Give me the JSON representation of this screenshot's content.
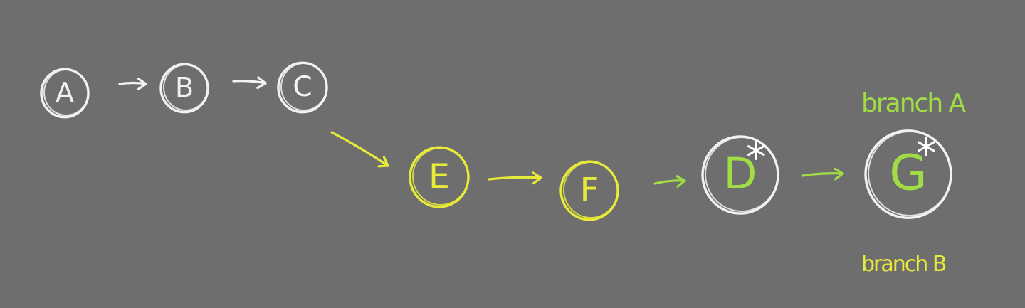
{
  "canvas": {
    "background": "#6e6e6e"
  },
  "colors": {
    "white": "#f2f2f2",
    "yellow": "#e8ea3a",
    "green": "#9fdc45"
  },
  "nodes": [
    {
      "id": "A",
      "label": "A",
      "star": false,
      "circle_color": "white",
      "text_color": "white"
    },
    {
      "id": "B",
      "label": "B",
      "star": false,
      "circle_color": "white",
      "text_color": "white"
    },
    {
      "id": "C",
      "label": "C",
      "star": false,
      "circle_color": "white",
      "text_color": "white"
    },
    {
      "id": "E",
      "label": "E",
      "star": false,
      "circle_color": "yellow",
      "text_color": "yellow"
    },
    {
      "id": "F",
      "label": "F",
      "star": false,
      "circle_color": "yellow",
      "text_color": "yellow"
    },
    {
      "id": "D",
      "label": "D",
      "star": true,
      "circle_color": "white",
      "text_color": "green"
    },
    {
      "id": "G",
      "label": "G",
      "star": true,
      "circle_color": "white",
      "text_color": "green"
    }
  ],
  "edges": [
    {
      "from": "A",
      "to": "B",
      "color": "white"
    },
    {
      "from": "B",
      "to": "C",
      "color": "white"
    },
    {
      "from": "C",
      "to": "E",
      "color": "yellow"
    },
    {
      "from": "E",
      "to": "F",
      "color": "yellow"
    },
    {
      "from": "F",
      "to": "D",
      "color": "green"
    },
    {
      "from": "D",
      "to": "G",
      "color": "green"
    }
  ],
  "branch_labels": [
    {
      "text": "branch A",
      "color": "green"
    },
    {
      "text": "branch B",
      "color": "yellow"
    }
  ]
}
